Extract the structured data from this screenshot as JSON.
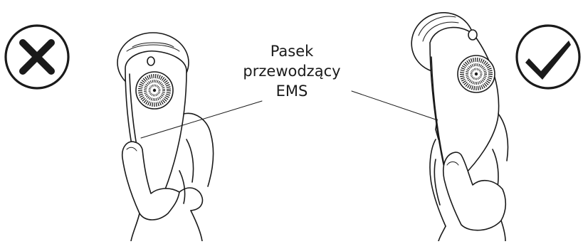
{
  "callout": {
    "lines": [
      "Pasek",
      "przewodzący",
      "EMS"
    ]
  },
  "icons": {
    "wrong": "cross-in-circle-icon",
    "right": "checkmark-in-circle-icon"
  },
  "colors": {
    "ink": "#1a1a1a",
    "background": "#ffffff"
  }
}
